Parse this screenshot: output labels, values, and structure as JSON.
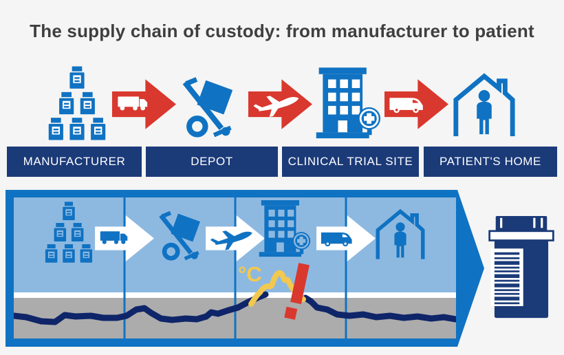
{
  "header": {
    "title": "The supply chain of custody: from manufacturer to patient"
  },
  "colors": {
    "bg": "#f4f5f4",
    "title_color": "#3f3f3f",
    "blue": "#1072c2",
    "light_blue": "#8db9e1",
    "navy": "#1b3a78",
    "line_navy": "#0f2569",
    "red": "#d9382e",
    "yellow": "#f3c84e",
    "gray_band": "#acacac",
    "white": "#ffffff"
  },
  "chain": {
    "stages": [
      {
        "label": "MANUFACTURER",
        "icon": "medicine-bottles-icon"
      },
      {
        "label": "DEPOT",
        "icon": "hand-truck-icon"
      },
      {
        "label": "CLINICAL TRIAL SITE",
        "icon": "clinic-building-icon"
      },
      {
        "label": "PATIENT'S HOME",
        "icon": "patient-home-icon"
      }
    ],
    "transports": [
      {
        "icon": "truck-arrow-icon"
      },
      {
        "icon": "airplane-arrow-icon"
      },
      {
        "icon": "van-arrow-icon"
      }
    ]
  },
  "monitor": {
    "temperature_unit": "°C",
    "trace_icon": "temperature-trace-line",
    "spike_icon": "temperature-spike-line",
    "alert_icon": "temperature-excursion-alert-icon",
    "chain_icons": [
      "medicine-bottles-icon",
      "truck-arrow-icon",
      "hand-truck-icon",
      "airplane-arrow-icon",
      "clinic-building-icon",
      "van-arrow-icon",
      "patient-home-icon"
    ]
  },
  "product": {
    "icon": "pill-bottle-barcode-icon"
  }
}
